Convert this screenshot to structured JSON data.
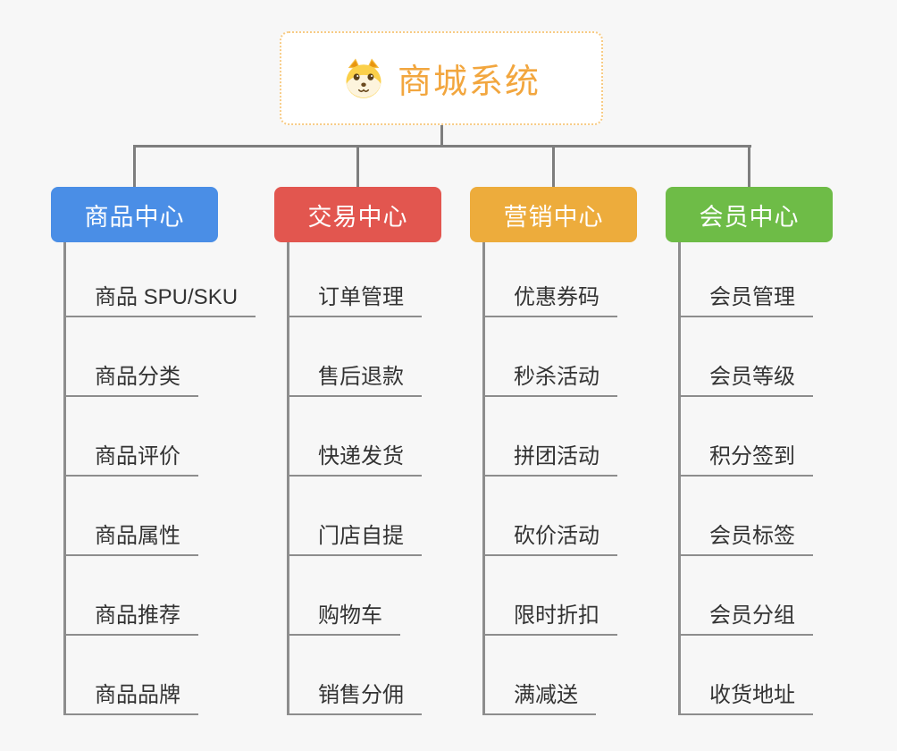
{
  "page": {
    "background_color": "#f7f7f7",
    "connector_color": "#7e7e7e",
    "underline_color": "#8d8d8d",
    "item_text_color": "#333333"
  },
  "root": {
    "title": "商城系统",
    "icon": "dog-face-icon",
    "text_color": "#f2a63e",
    "border_color": "#f7cb85",
    "background_color": "#ffffff"
  },
  "branches": [
    {
      "label": "商品中心",
      "color": "#4a8ee6",
      "items": [
        "商品 SPU/SKU",
        "商品分类",
        "商品评价",
        "商品属性",
        "商品推荐",
        "商品品牌"
      ]
    },
    {
      "label": "交易中心",
      "color": "#e2564f",
      "items": [
        "订单管理",
        "售后退款",
        "快递发货",
        "门店自提",
        "购物车",
        "销售分佣"
      ]
    },
    {
      "label": "营销中心",
      "color": "#edac3c",
      "items": [
        "优惠券码",
        "秒杀活动",
        "拼团活动",
        "砍价活动",
        "限时折扣",
        "满减送"
      ]
    },
    {
      "label": "会员中心",
      "color": "#6ebc47",
      "items": [
        "会员管理",
        "会员等级",
        "积分签到",
        "会员标签",
        "会员分组",
        "收货地址"
      ]
    }
  ]
}
